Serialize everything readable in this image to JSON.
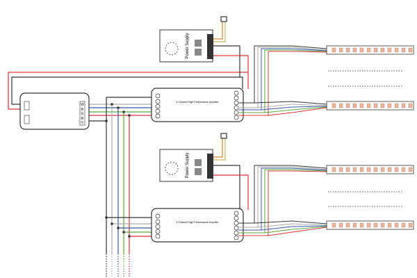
{
  "power_supplies": [
    {
      "label": "Power Supply"
    },
    {
      "label": "Power Supply"
    }
  ],
  "amplifiers": [
    {
      "label": "4-Channel High Performance Amplifier"
    },
    {
      "label": "4-Channel High Performance Amplifier"
    }
  ],
  "controller": {
    "terminals": [
      "W",
      "B",
      "G",
      "R",
      "V"
    ]
  },
  "wire_colors": {
    "positive": "#d9343a",
    "negative": "#222222",
    "white": "#aaaaaa",
    "blue": "#3a56a8",
    "green": "#5aa63c",
    "red": "#d9343a"
  }
}
